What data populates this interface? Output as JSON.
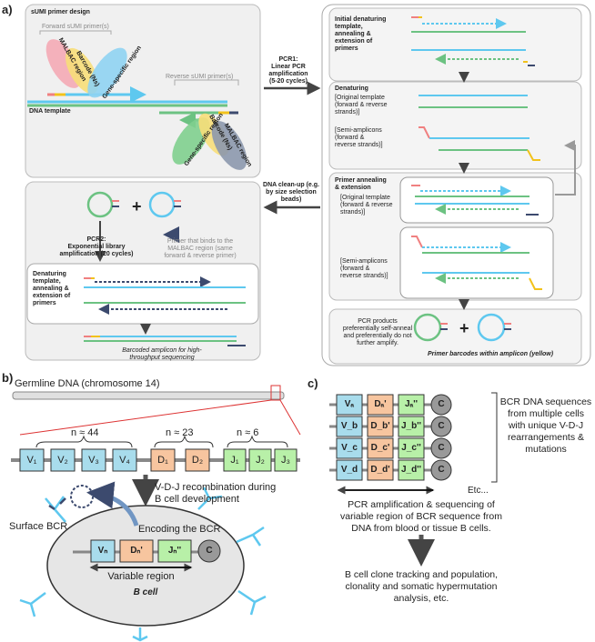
{
  "panels": {
    "a": "a)",
    "b": "b)",
    "c": "c)"
  },
  "a": {
    "design_title": "sUMI primer design",
    "forward_primer": "Forward sUMI primer(s)",
    "reverse_primer": "Reverse sUMI primer(s)",
    "dna_template": "DNA template",
    "regions": {
      "malbac": "MALBAC region",
      "barcode": "Barcode (Ns)",
      "gene": "Gene-specific region"
    },
    "pcr1": {
      "title": "PCR1:",
      "line1": "Linear PCR amplification",
      "line2": "(5-20 cycles)"
    },
    "initial": {
      "l1": "Initial denaturing",
      "l2": "template,",
      "l3": "annealing &",
      "l4": "extension of",
      "l5": "primers"
    },
    "denaturing": {
      "title": "Denaturing",
      "orig1": "[Original template",
      "orig2": "(forward & reverse",
      "orig3": "strands)]",
      "semi1": "[Semi-amplicons",
      "semi2": "(forward &",
      "semi3": "reverse strands)]"
    },
    "annealing": {
      "title1": "Primer  annealing",
      "title2": "& extension",
      "orig1": "[Original template",
      "orig2": "(forward & reverse",
      "orig3": "strands)]",
      "semi1": "[Semi-amplicons",
      "semi2": "(forward &",
      "semi3": "reverse strands)]"
    },
    "cleanup": {
      "l1": "DNA clean-up (e.g.",
      "l2": "by size selection",
      "l3": "beads)"
    },
    "pcr2": {
      "title": "PCR2:",
      "l1": "Exponential library",
      "l2": "amplification (20 cycles)"
    },
    "binds": {
      "l1": "Primer that binds to the",
      "l2": "MALBAC region (same",
      "l3": "forward & reverse primer)"
    },
    "denat2": {
      "l1": "Denaturing",
      "l2": "template,",
      "l3": "annealing &",
      "l4": "extension of",
      "l5": "primers"
    },
    "barcoded": {
      "l1": "Barcoded amplicon for high-",
      "l2": "throughput sequencing"
    },
    "products": {
      "l1": "PCR products",
      "l2": "preferentially self-anneal",
      "l3": "and preferentially do not",
      "l4": "further amplify."
    },
    "within": "Primer barcodes within amplicon (yellow)"
  },
  "b": {
    "germline": "Germline DNA (chromosome 14)",
    "n_v": "n ≈ 44",
    "n_d": "n ≈ 23",
    "n_j": "n ≈ 6",
    "v_segments": [
      "V₁",
      "V₂",
      "V₃",
      "V₄"
    ],
    "d_segments": [
      "D₁",
      "D₂"
    ],
    "j_segments": [
      "J₁",
      "J₂",
      "J₃"
    ],
    "recomb1": "V-D-J recombination during",
    "recomb2": "B cell development",
    "surface": "Surface BCR",
    "encoding": "Encoding the BCR",
    "vn": "Vₙ",
    "dn": "Dₙ'",
    "jn": "Jₙ''",
    "c": "C",
    "variable": "Variable region",
    "bcell": "B cell"
  },
  "c": {
    "rows": [
      {
        "v": "Vₐ",
        "d": "Dₐ'",
        "j": "Jₐ''"
      },
      {
        "v": "V_b",
        "d": "D_b'",
        "j": "J_b''"
      },
      {
        "v": "V_c",
        "d": "D_c'",
        "j": "J_c''"
      },
      {
        "v": "V_d",
        "d": "D_d'",
        "j": "J_d''"
      }
    ],
    "c_label": "C",
    "etc": "Etc...",
    "bcr1": "BCR DNA sequences",
    "bcr2": "from multiple cells",
    "bcr3": "with unique V-D-J",
    "bcr4": "rearrangements &",
    "bcr5": "mutations",
    "pcr1": "PCR amplification & sequencing of",
    "pcr2": "variable region of BCR sequence from",
    "pcr3": "DNA from blood or tissue B cells.",
    "track1": "B cell clone tracking and population,",
    "track2": "clonality and somatic hypermutation",
    "track3": "analysis, etc."
  },
  "colors": {
    "blue": "#5ec8ef",
    "green": "#6cc282",
    "yellow": "#f2c21b",
    "red": "#f08080",
    "navy": "#3c4a6e",
    "v": "#a8dcec",
    "d": "#f7c59f",
    "j": "#b8f0a8"
  }
}
